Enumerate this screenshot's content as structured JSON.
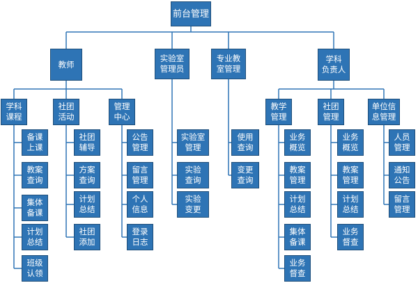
{
  "colors": {
    "box_fill": "#2e74b5",
    "box_border": "#1f4e79",
    "line": "#2e74b5",
    "text": "#ffffff"
  },
  "root": {
    "label": "前台管理"
  },
  "groups": [
    {
      "label": "教师",
      "children": [
        {
          "label": "学科\n课程",
          "items": [
            "备课\n上课",
            "教案\n查询",
            "集体\n备课",
            "计划\n总结",
            "班级\n认领"
          ]
        },
        {
          "label": "社团\n活动",
          "items": [
            "社团\n辅导",
            "方案\n查询",
            "计划\n总结",
            "社团\n添加"
          ]
        },
        {
          "label": "管理\n中心",
          "items": [
            "公告\n管理",
            "留言\n管理",
            "个人\n信息",
            "登录\n日志"
          ]
        }
      ]
    },
    {
      "label": "实验室\n管理员",
      "items": [
        "实验室\n管理",
        "实验\n查询",
        "实验\n变更"
      ]
    },
    {
      "label": "专业教\n室管理",
      "items": [
        "使用\n查询",
        "变更\n查询"
      ]
    },
    {
      "label": "学科\n负责人",
      "children": [
        {
          "label": "教学\n管理",
          "items": [
            "业务\n概览",
            "教案\n管理",
            "计划\n总结",
            "集体\n备课",
            "业务\n督查"
          ]
        },
        {
          "label": "社团\n管理",
          "items": [
            "业务\n概览",
            "教案\n管理",
            "计划\n总结",
            "业务\n督查"
          ]
        },
        {
          "label": "单位信\n息管理",
          "items": [
            "人员\n管理",
            "通知\n公告",
            "留言\n管理"
          ]
        }
      ]
    }
  ]
}
